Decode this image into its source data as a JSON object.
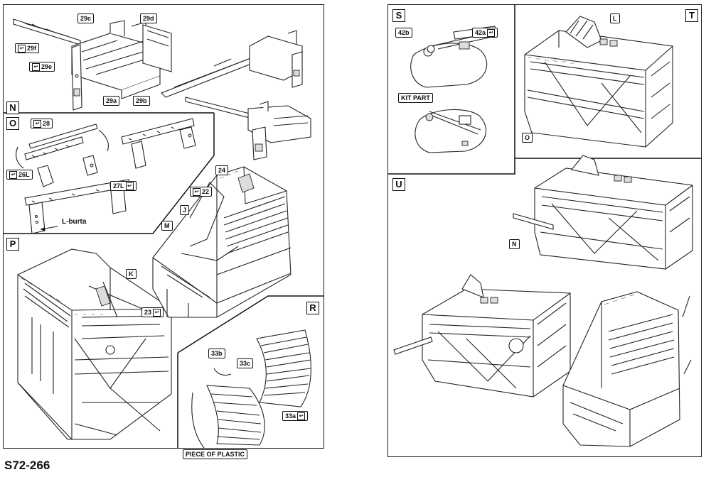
{
  "document": {
    "code": "S72-266"
  },
  "steps": {
    "N": "N",
    "O": "O",
    "P": "P",
    "R": "R",
    "S": "S",
    "T": "T",
    "U": "U"
  },
  "parts": {
    "p29c": "29c",
    "p29d": "29d",
    "p29f": "29f",
    "p29e": "29e",
    "p29a": "29a",
    "p29b": "29b",
    "p28": "28",
    "p26L": "26L",
    "p27L": "27L",
    "p24": "24",
    "p22": "22",
    "pJ": "J",
    "pM": "M",
    "pK": "K",
    "p23": "23",
    "p33b": "33b",
    "p33c": "33c",
    "p33a": "33a",
    "p42b": "42b",
    "p42a": "42a",
    "pL": "L",
    "pO": "O",
    "pN": "N"
  },
  "notes": {
    "l_burta": "L-burta",
    "kit_part": "KIT PART",
    "piece_of_plastic": "PIECE OF PLASTIC"
  },
  "icons": {
    "flip": "flip-part-icon"
  }
}
